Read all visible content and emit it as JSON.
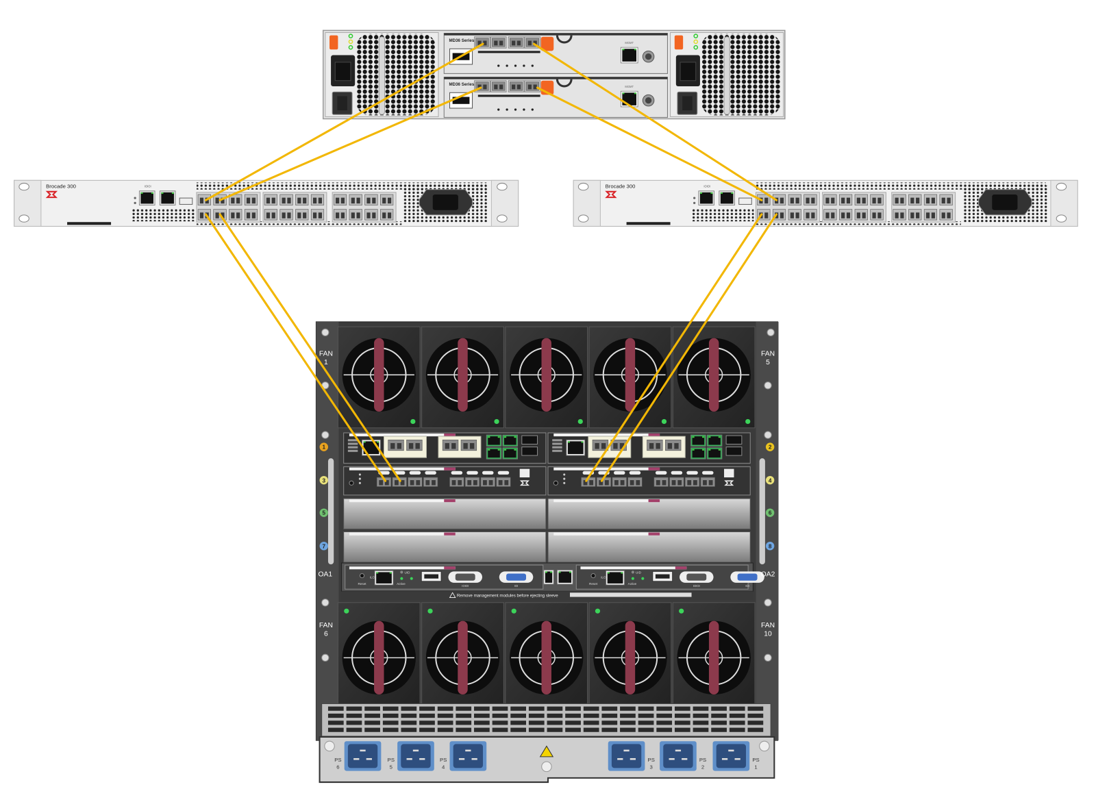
{
  "storage": {
    "controllers": [
      {
        "series_label": "MD36 Series",
        "mgmt_label": "MGMT"
      },
      {
        "series_label": "MD36 Series",
        "mgmt_label": "MGMT"
      }
    ]
  },
  "switches": [
    {
      "label": "Brocade 300",
      "serial_label": "IOIOI"
    },
    {
      "label": "Brocade 300",
      "serial_label": "IOIOI"
    }
  ],
  "enclosure": {
    "fan_labels": [
      {
        "text": "FAN",
        "num": "1"
      },
      {
        "text": "FAN",
        "num": "5"
      },
      {
        "text": "FAN",
        "num": "6"
      },
      {
        "text": "FAN",
        "num": "10"
      }
    ],
    "bays": [
      "1",
      "2",
      "3",
      "4",
      "5",
      "6",
      "7",
      "8"
    ],
    "oa_labels": [
      "OA1",
      "OA2"
    ],
    "oa_module": {
      "reset": "Reset",
      "ilo": "iLO",
      "uid": "UID",
      "active": "Active",
      "serial": "IOIOI",
      "video": "IOI"
    },
    "warning": "Remove management modules before ejecting sleeve",
    "power_supplies": [
      {
        "label": "PS",
        "num": "6"
      },
      {
        "label": "PS",
        "num": "5"
      },
      {
        "label": "PS",
        "num": "4"
      },
      {
        "label": "PS",
        "num": "3"
      },
      {
        "label": "PS",
        "num": "2"
      },
      {
        "label": "PS",
        "num": "1"
      }
    ]
  },
  "colors": {
    "cable": "#F2B705",
    "brocade_red": "#D9252A",
    "orange_tab": "#F26522",
    "fan_bar": "#8C3A4C",
    "psu_blue": "#2E4E7E",
    "led_green": "#3CD45A"
  }
}
